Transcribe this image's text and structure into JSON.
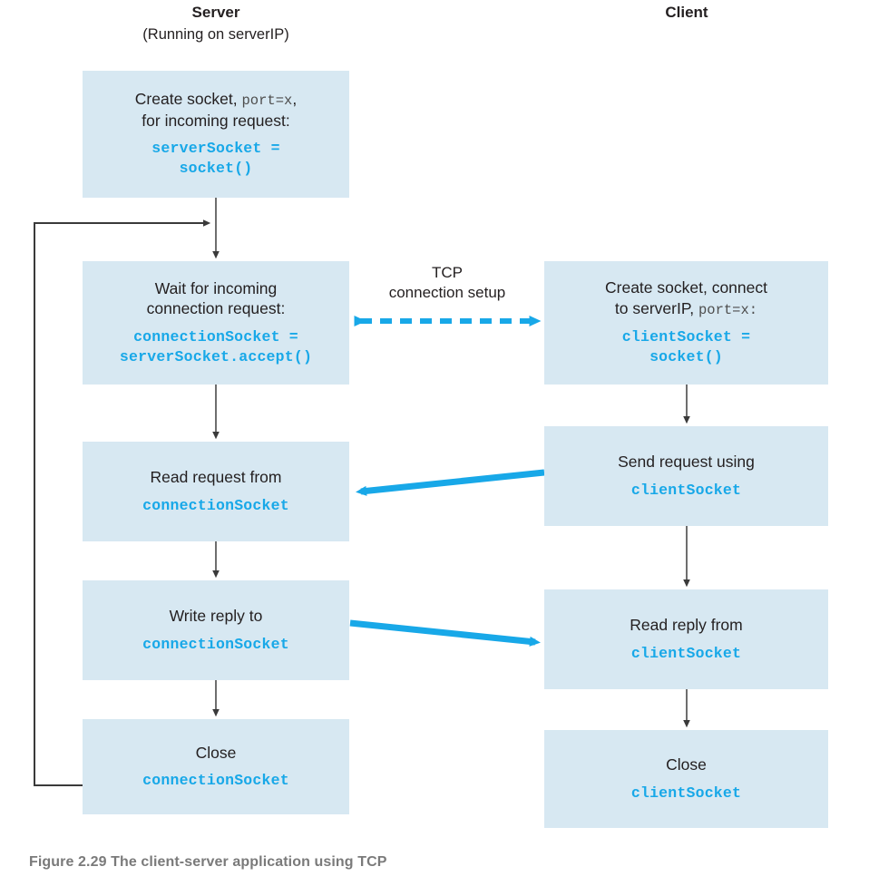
{
  "figure": {
    "caption": "Figure 2.29 The client-server application using TCP",
    "colors": {
      "box_fill": "#d7e8f2",
      "code_text": "#18a8e8",
      "plain_text": "#231f20",
      "flow_arrow": "#3a3a3a",
      "net_arrow": "#18a8e8",
      "caption_text": "#7a7a7a"
    }
  },
  "columns": [
    {
      "id": "server",
      "title": "Server",
      "subtitle": "(Running on serverIP)"
    },
    {
      "id": "client",
      "title": "Client",
      "subtitle": ""
    }
  ],
  "nodes": {
    "server": [
      {
        "id": "server-create-socket",
        "plain_pre": "Create  socket, ",
        "plain_mono": "port=x",
        "plain_post": ",\nfor incoming request:",
        "code": "serverSocket =\nsocket()"
      },
      {
        "id": "server-wait-connection",
        "plain_pre": "Wait for incoming\nconnection request:",
        "plain_mono": "",
        "plain_post": "",
        "code": "connectionSocket =\nserverSocket.accept()"
      },
      {
        "id": "server-read-request",
        "plain_pre": "Read request from",
        "plain_mono": "",
        "plain_post": "",
        "code": "connectionSocket"
      },
      {
        "id": "server-write-reply",
        "plain_pre": "Write reply to",
        "plain_mono": "",
        "plain_post": "",
        "code": "connectionSocket"
      },
      {
        "id": "server-close",
        "plain_pre": "Close",
        "plain_mono": "",
        "plain_post": "",
        "code": "connectionSocket"
      }
    ],
    "client": [
      {
        "id": "client-create-socket",
        "plain_pre": "Create socket, connect\nto serverIP, ",
        "plain_mono": "port=x:",
        "plain_post": "",
        "code": "clientSocket =\nsocket()"
      },
      {
        "id": "client-send-request",
        "plain_pre": "Send request using",
        "plain_mono": "",
        "plain_post": "",
        "code": "clientSocket"
      },
      {
        "id": "client-read-reply",
        "plain_pre": "Read reply from",
        "plain_mono": "",
        "plain_post": "",
        "code": "clientSocket"
      },
      {
        "id": "client-close",
        "plain_pre": "Close",
        "plain_mono": "",
        "plain_post": "",
        "code": "clientSocket"
      }
    ]
  },
  "links": [
    {
      "id": "tcp-setup",
      "label": "TCP\nconnection setup",
      "style": "dashed",
      "direction": "both"
    },
    {
      "id": "request-flow",
      "label": "",
      "style": "solid",
      "direction": "right-to-left"
    },
    {
      "id": "reply-flow",
      "label": "",
      "style": "solid",
      "direction": "left-to-right"
    },
    {
      "id": "server-loop",
      "label": "",
      "style": "solid",
      "direction": "loop-back"
    }
  ]
}
